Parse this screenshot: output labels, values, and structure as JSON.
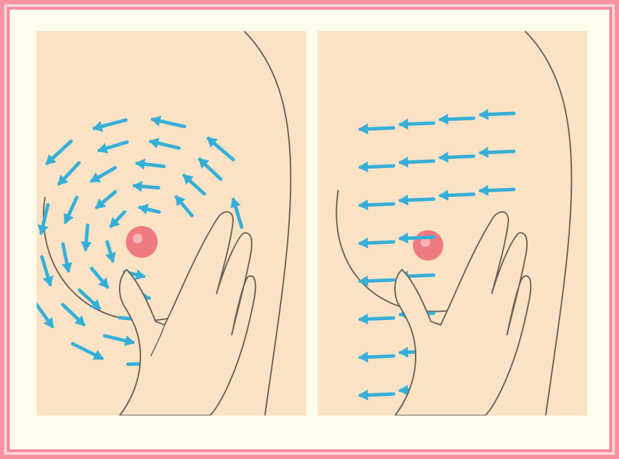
{
  "illustration": {
    "panels": [
      {
        "name": "circular-massage",
        "pattern": "circular-arrows",
        "arrow_color": "#36afd8"
      },
      {
        "name": "horizontal-massage",
        "pattern": "horizontal-arrows",
        "arrow_color": "#36afd8",
        "arrow_rows": 8,
        "arrow_columns": 4,
        "arrow_direction": "left"
      }
    ],
    "colors": {
      "border": "#f48c99",
      "background": "#fefdec",
      "skin": "#fde3c6",
      "outline": "#6d6256",
      "nipple": "#ef7b82",
      "arrows": "#36afd8"
    }
  }
}
